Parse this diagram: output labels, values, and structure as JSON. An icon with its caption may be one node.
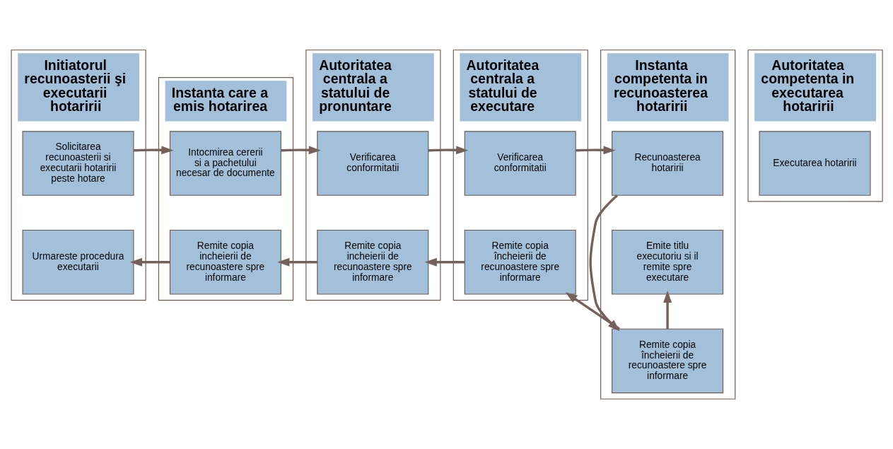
{
  "diagram": {
    "nodes": [
      {
        "text": [
          "Initiatorul recunoasterii şi executarii hotaririi"
        ]
      },
      {
        "text": [
          "Solicitarea recunoasterii si executarii hotaririi peste hotare"
        ],
        "in": 0
      },
      {
        "text": [
          "Urmareste procedura executarii"
        ],
        "in": 0
      },
      {
        "text": [
          "Instanta care a emis hotarirea"
        ]
      },
      {
        "text": [
          "Intocmirea cererii si a pachetului necesar de documente"
        ],
        "in": 3
      },
      {
        "text": [
          "Remite copia incheierii de recunoastere spre informare"
        ],
        "in": 3
      },
      {
        "text": [
          "Autoritatea centrala a statului de pronuntare"
        ]
      },
      {
        "text": [
          "Verificarea conformitatii"
        ],
        "in": 6
      },
      {
        "text": [
          "Remite copia incheierii de recunoastere spre informare"
        ],
        "in": 6
      },
      {
        "text": [
          "Autoritatea centrala a statului de executare"
        ]
      },
      {
        "text": [
          "Verificarea conformitatii"
        ],
        "in": 9
      },
      {
        "text": [
          "Remite copia încheierii de recunoastere spre informare"
        ],
        "in": 9
      },
      {
        "text": [
          "Instanta competenta in recunoasterea hotaririi"
        ]
      },
      {
        "text": [
          "Recunoasterea hotaririi"
        ],
        "in": 12
      },
      {
        "text": [
          "Remite copia încheierii de recunoastere spre informare"
        ],
        "in": 12
      },
      {
        "text": [
          "Emite titlu executoriu si il remite spre executare"
        ],
        "in": 12
      },
      {
        "text": [
          "Autoritatea competenta in executarea hotaririi"
        ]
      },
      {
        "text": [
          "Executarea hotaririi"
        ],
        "in": 16
      }
    ],
    "edges": [
      {
        "from": 1,
        "to": 4,
        "arrow": "to"
      },
      {
        "from": 4,
        "to": 7,
        "arrow": "to"
      },
      {
        "from": 7,
        "to": 10,
        "arrow": "to"
      },
      {
        "from": 10,
        "to": 13,
        "arrow": "to"
      },
      {
        "from": 13,
        "to": 14,
        "arrow": "to"
      },
      {
        "from": 14,
        "to": 11,
        "arrow": "to"
      },
      {
        "from": 11,
        "to": 8,
        "arrow": "to"
      },
      {
        "from": 8,
        "to": 5,
        "arrow": "to"
      },
      {
        "from": 5,
        "to": 2,
        "arrow": "to"
      },
      {
        "from": 14,
        "to": 15,
        "arrow": "to"
      }
    ]
  }
}
